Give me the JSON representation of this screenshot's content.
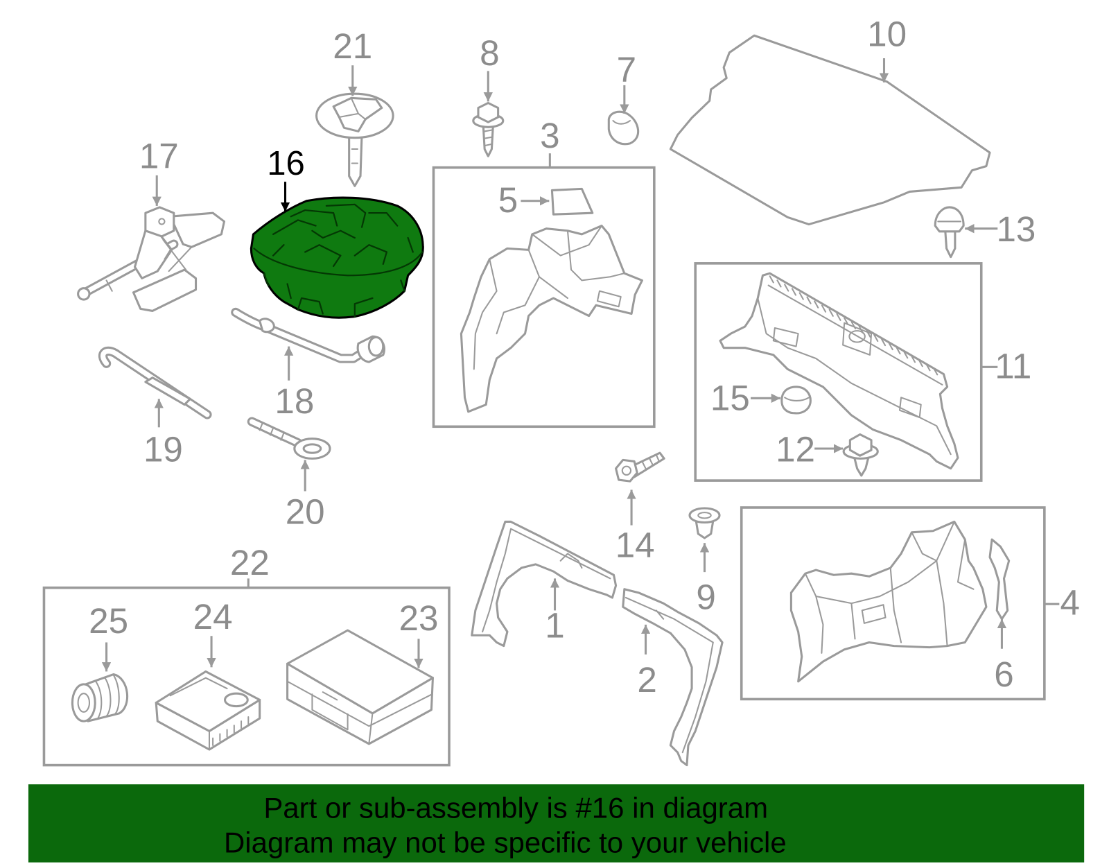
{
  "callouts": {
    "p1": "1",
    "p2": "2",
    "p3": "3",
    "p4": "4",
    "p5": "5",
    "p6": "6",
    "p7": "7",
    "p8": "8",
    "p9": "9",
    "p10": "10",
    "p11": "11",
    "p12": "12",
    "p13": "13",
    "p14": "14",
    "p15": "15",
    "p16": "16",
    "p17": "17",
    "p18": "18",
    "p19": "19",
    "p20": "20",
    "p21": "21",
    "p22": "22",
    "p23": "23",
    "p24": "24",
    "p25": "25"
  },
  "banner": {
    "line1": "Part or sub-assembly is #16 in diagram",
    "line2": "Diagram may not be specific to your vehicle"
  },
  "colors": {
    "highlight": "#0f7a10",
    "banner": "#0b690c",
    "line": "#9a9a9a"
  }
}
